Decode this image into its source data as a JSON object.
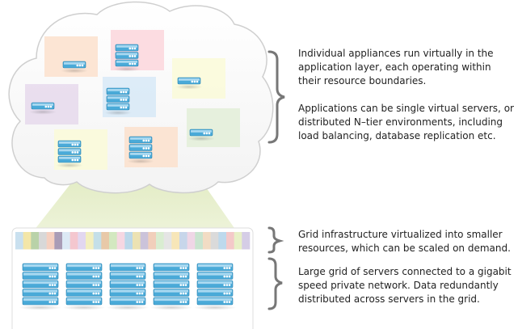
{
  "descriptions": {
    "appliances": "Individual appliances run virtually in the application layer, each operating within their resource boundaries.",
    "applications": "Applications can be single virtual servers, or distributed N–tier environments, including load balancing, database replication etc.",
    "grid_infrastructure": "Grid infrastructure virtualized into smaller resources, which can be scaled on demand.",
    "server_grid": "Large grid of servers connected to a gigabit speed private network. Data redundantly distributed across servers in the grid."
  },
  "colors": {
    "server_blue": "#4aaad8",
    "server_light": "#bfe4f6",
    "bracket": "#666666",
    "cloud_border": "#cccccc",
    "beam": "#e4ecc6",
    "box_peach": "#fbe0cc",
    "box_pink": "#fbd6dc",
    "box_yellow": "#fafad8",
    "box_lavender": "#e6d9ec",
    "box_blue": "#d7e9f7",
    "box_green": "#e3efd8"
  },
  "resource_strip_colors": [
    "#c9e0ef",
    "#f3e6a8",
    "#b9d2a8",
    "#d8d8d8",
    "#f5d0c0",
    "#a99cb6",
    "#dce9f5",
    "#f4c7cf",
    "#e2d7f0",
    "#f3efbf",
    "#c4dfe8",
    "#e8c9a8",
    "#d3e8c0",
    "#f6d7e2",
    "#bcd8ea",
    "#ece2b3",
    "#cbc3da",
    "#f1cfbb",
    "#d9edd1",
    "#e5e5e5",
    "#f7e6b8",
    "#c7d6ea",
    "#efd6e6",
    "#c9e4cf",
    "#f2dcc4",
    "#dadada",
    "#bdd9ec",
    "#f4c9c9",
    "#e8f0c7",
    "#d5cde6"
  ]
}
